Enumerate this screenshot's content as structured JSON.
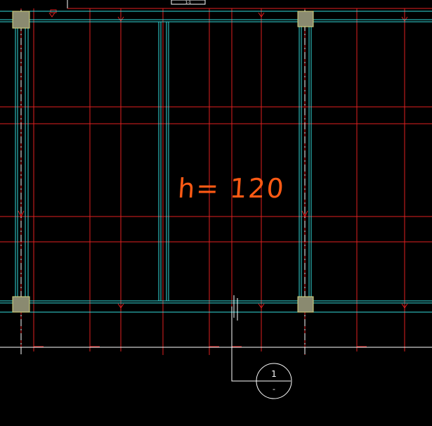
{
  "drawing": {
    "annotation": "h= 120",
    "top_tag": "1-1",
    "section_marker": {
      "number": "1",
      "sub": "-"
    }
  },
  "colors": {
    "background": "#000000",
    "grid_red": "#e02020",
    "beam_cyan": "#33dddd",
    "white": "#ffffff",
    "annotation_orange": "#ff5a14",
    "column_fill": "#8a8a70",
    "column_stroke": "#d8d880"
  }
}
